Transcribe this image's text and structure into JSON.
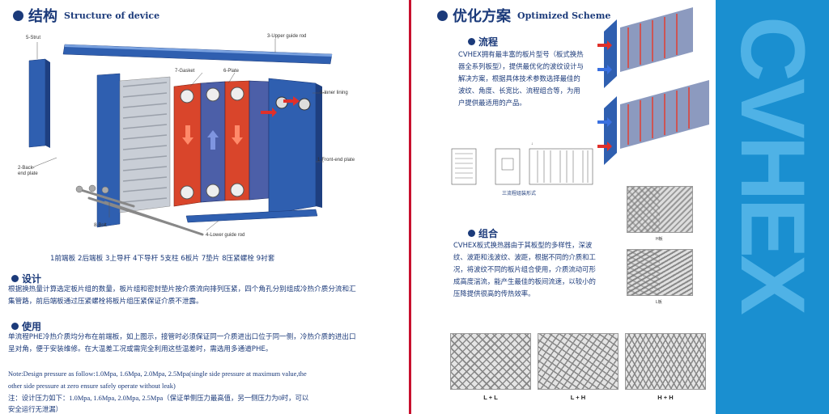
{
  "left": {
    "structure": {
      "title_cn": "结构",
      "title_en": "Structure of device"
    },
    "labels": {
      "strut": "5-Strut",
      "upper_guide": "3-Upper guide rod",
      "gasket": "7-Gasket",
      "plate": "6-Plate",
      "inner_lining": "9-Inner lining",
      "front_end": "1-Front-end plate",
      "back_end_1": "2-Back-",
      "back_end_2": "end plate",
      "bolt": "8-Bolt",
      "lower_guide": "4-Lower guide rod"
    },
    "parts_list": "1前端板  2后端板  3上导杆  4下导杆  5支柱  6板片  7垫片  8压紧螺栓  9衬套",
    "design": {
      "heading": "设计",
      "text": "根据换热量计算选定板片组的数量，板片组和密封垫片按介质流向排列压紧，四个角孔分别组成冷热介质分流和汇集管路，前后端板通过压紧螺栓将板片组压紧保证介质不泄露。"
    },
    "usage": {
      "heading": "使用",
      "text": "单流程PHE冷热介质均分布在前端板，如上图示，接管时必须保证同一介质进出口位于同一侧，冷热介质的进出口呈对角，便于安装维修。在大温差工况或需完全利用这些温差时，需选用多通道PHE。"
    },
    "note_en_1": "Note:Design pressure as follow:1.0Mpa, 1.6Mpa, 2.0Mpa, 2.5Mpa(single side pressure at maximum value,the",
    "note_en_2": "other side pressure at zero ensure safely operate without leak)",
    "note_cn_1": "注：设计压力如下：1.0Mpa, 1.6Mpa, 2.0Mpa, 2.5Mpa（保证单侧压力最高值，另一侧压力为0时，可以",
    "note_cn_2": "安全运行无泄漏）"
  },
  "right": {
    "optimize": {
      "title_cn": "优化方案",
      "title_en": "Optimized Scheme"
    },
    "flow": {
      "heading": "流程",
      "text": "CVHEX拥有最丰富的板片型号（板式换热器全系列板型），提供最优化的波纹设计与解决方案，根据具体技术参数选择最佳的波纹、角度、长宽比、流程组合等，为用户提供最适用的产品。"
    },
    "flow_diagram_caption": "三流程组装形式",
    "combo": {
      "heading": "组合",
      "text": "CVHEX板式换热器由于其板型的多样性，深波纹、波距和浅波纹、波距，根据不同的介质和工况，将波纹不同的板片组合使用，介质流动可形成高度湍流，能产生最佳的板间流速，以较小的压降提供很高的传热效率。"
    },
    "plate_h_label": "H板",
    "plate_l_label": "L板",
    "combo_labels": [
      "L + L",
      "L + H",
      "H + H"
    ],
    "brand": "CVHEX",
    "colors": {
      "navy": "#1b3a7a",
      "red": "#c8102e",
      "band": "#1a8fd0"
    }
  }
}
